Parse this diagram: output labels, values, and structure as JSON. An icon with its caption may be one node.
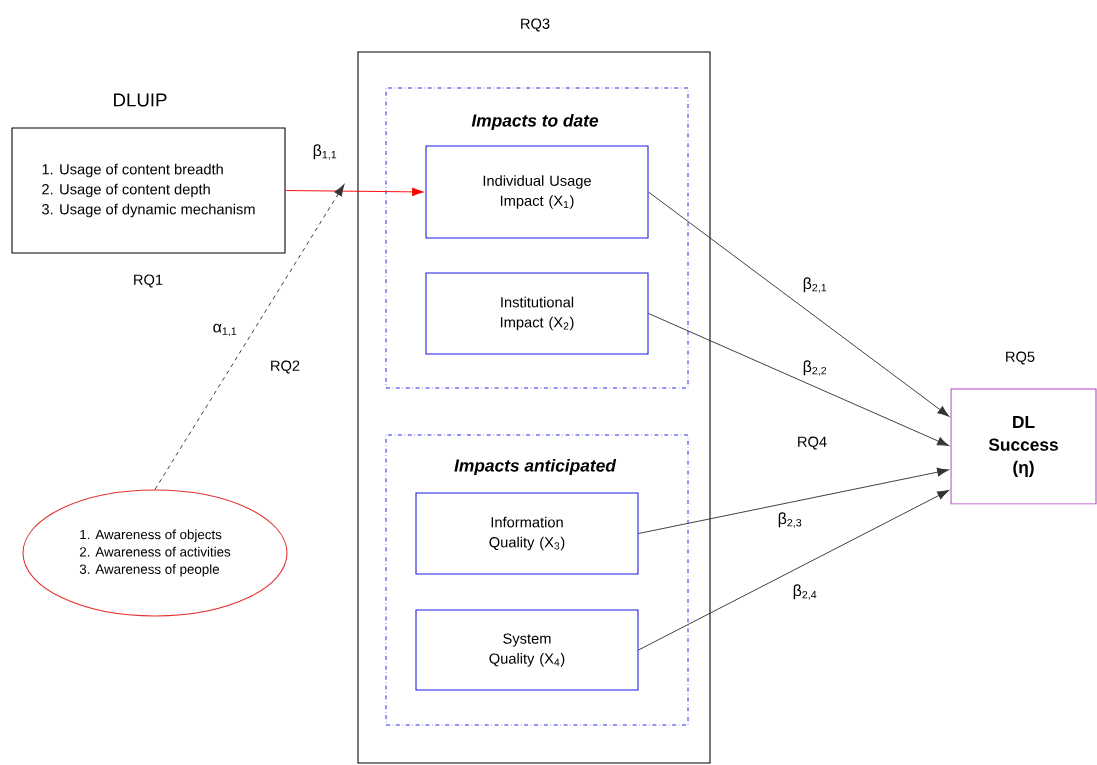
{
  "diagram": {
    "nodes": [
      {
        "text": [
          "DLUIP",
          "1. Usage of content breadth",
          "2. Usage of content depth",
          "3. Usage of dynamic mechanism"
        ]
      },
      {
        "text": [
          "1. Awareness of objects",
          "2. Awareness of activities",
          "3. Awareness of people"
        ]
      },
      {
        "text": [
          "RQ3"
        ]
      },
      {
        "text": [
          "Impacts to date"
        ],
        "in": 2
      },
      {
        "text": [
          "Individual Usage Impact (X$_{1}$)"
        ],
        "in": 3
      },
      {
        "text": [
          "Institutional Impact (X$_{2}$)"
        ],
        "in": 3
      },
      {
        "text": [
          "Impacts anticipated"
        ],
        "in": 2
      },
      {
        "text": [
          "Information Quality (X$_{3}$)"
        ],
        "in": 6
      },
      {
        "text": [
          "System Quality (X$_{4}$)"
        ],
        "in": 6
      },
      {
        "text": [
          "RQ5",
          "DL Success (η)"
        ]
      }
    ],
    "edges": [
      {
        "from": 0,
        "to": 4,
        "arrow": "to",
        "color": "#ff0000",
        "label": "β$_{1,1}$"
      },
      {
        "from": 1,
        "to": null,
        "arrow": "to",
        "style": "dashed",
        "label": "α$_{1,1}$"
      },
      {
        "from": 4,
        "to": 9,
        "arrow": "to",
        "label": "β$_{2,1}$"
      },
      {
        "from": 5,
        "to": 9,
        "arrow": "to",
        "label": "β$_{2,2}$"
      },
      {
        "from": 7,
        "to": 9,
        "arrow": "to",
        "label": "β$_{2,3}$"
      },
      {
        "from": 8,
        "to": 9,
        "arrow": "to",
        "label": "β$_{2,4}$"
      }
    ],
    "labels": [
      "RQ1",
      "RQ2",
      "RQ4"
    ]
  }
}
